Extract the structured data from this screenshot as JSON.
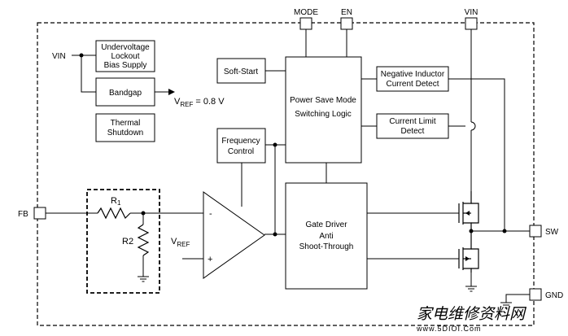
{
  "pins": {
    "mode": "MODE",
    "en": "EN",
    "vin_top": "VIN",
    "vin_left": "VIN",
    "fb": "FB",
    "sw": "SW",
    "gnd": "GND"
  },
  "blocks": {
    "uvlo": [
      "Undervoltage",
      "Lockout",
      "Bias Supply"
    ],
    "bandgap": [
      "Bandgap"
    ],
    "thermal": [
      "Thermal",
      "Shutdown"
    ],
    "softstart": [
      "Soft-Start"
    ],
    "psm": [
      "Power Save Mode",
      "Switching Logic"
    ],
    "neg_inductor": [
      "Negative Inductor",
      "Current Detect"
    ],
    "current_limit": [
      "Current Limit",
      "Detect"
    ],
    "freq_control": [
      "Frequency",
      "Control"
    ],
    "gate_driver": [
      "Gate Driver",
      "Anti",
      "Shoot-Through"
    ]
  },
  "labels": {
    "vref_main": "V",
    "vref_sub": "REF",
    "vref_value": " = 0.8 V",
    "vref_amp_main": "V",
    "vref_amp_sub": "REF",
    "r1_main": "R",
    "r1_sub": "1",
    "r2": "R2",
    "amp_minus": "-",
    "amp_plus": "+"
  },
  "watermark": {
    "text": "家电维修资料网",
    "url": "www.5DIOI.Com"
  }
}
